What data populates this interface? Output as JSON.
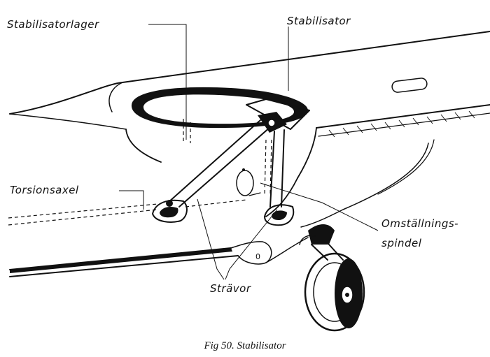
{
  "labels": {
    "stabilisatorlager": "Stabilisatorlager",
    "stabilisator": "Stabilisator",
    "torsionsaxel": "Torsionsaxel",
    "omstallnings_line1": "Omställnings-",
    "omstallnings_line2": "spindel",
    "stravor": "Strävor"
  },
  "caption": "Fig 50. Stabilisator"
}
